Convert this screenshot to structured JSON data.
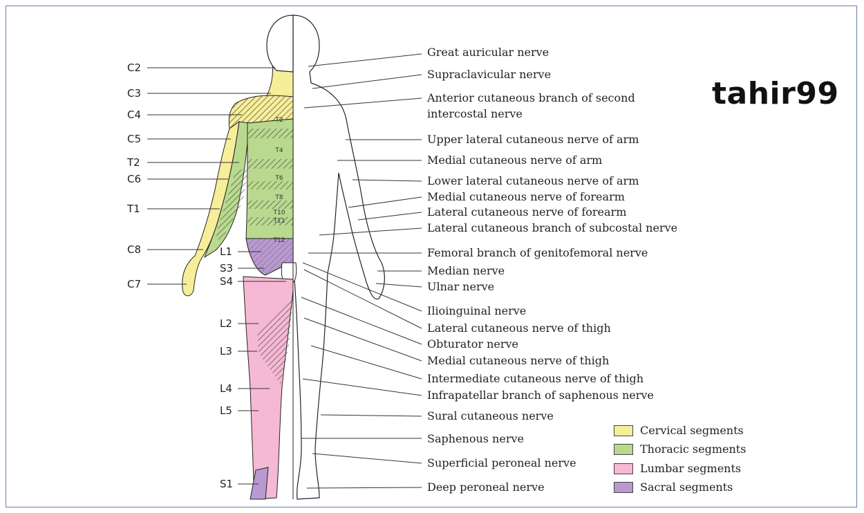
{
  "watermark": "tahir99",
  "left_labels": [
    {
      "id": "c2",
      "text": "C2"
    },
    {
      "id": "c3",
      "text": "C3"
    },
    {
      "id": "c4",
      "text": "C4"
    },
    {
      "id": "c5",
      "text": "C5"
    },
    {
      "id": "t2",
      "text": "T2"
    },
    {
      "id": "c6",
      "text": "C6"
    },
    {
      "id": "t1",
      "text": "T1"
    },
    {
      "id": "c8",
      "text": "C8"
    },
    {
      "id": "c7",
      "text": "C7"
    },
    {
      "id": "l1",
      "text": "L1"
    },
    {
      "id": "s3",
      "text": "S3"
    },
    {
      "id": "s4",
      "text": "S4"
    },
    {
      "id": "l2",
      "text": "L2"
    },
    {
      "id": "l3",
      "text": "L3"
    },
    {
      "id": "l4",
      "text": "L4"
    },
    {
      "id": "l5",
      "text": "L5"
    },
    {
      "id": "s1",
      "text": "S1"
    }
  ],
  "trunk_labels": [
    "T2",
    "T4",
    "T6",
    "T8",
    "T10",
    "T11",
    "T12"
  ],
  "right_labels": [
    "Great auricular nerve",
    "Supraclavicular nerve",
    "Anterior cutaneous branch of second",
    "intercostal nerve",
    "Upper lateral cutaneous nerve of arm",
    "Medial cutaneous nerve of arm",
    "Lower lateral cutaneous nerve of arm",
    "Medial cutaneous nerve of forearm",
    "Lateral cutaneous nerve of forearm",
    "Lateral cutaneous branch of subcostal nerve",
    "Femoral branch of genitofemoral nerve",
    "Median nerve",
    "Ulnar nerve",
    "Ilioinguinal nerve",
    "Lateral cutaneous nerve of thigh",
    "Obturator nerve",
    "Medial cutaneous nerve of thigh",
    "Intermediate cutaneous nerve of thigh",
    "Infrapatellar branch of saphenous nerve",
    "Sural cutaneous nerve",
    "Saphenous nerve",
    "Superficial peroneal nerve",
    "Deep peroneal nerve"
  ],
  "legend": [
    {
      "label": "Cervical segments",
      "color": "#f7ee9a"
    },
    {
      "label": "Thoracic segments",
      "color": "#b9d98f"
    },
    {
      "label": "Lumbar segments",
      "color": "#f5b9d4"
    },
    {
      "label": "Sacral segments",
      "color": "#b99ad0"
    }
  ]
}
